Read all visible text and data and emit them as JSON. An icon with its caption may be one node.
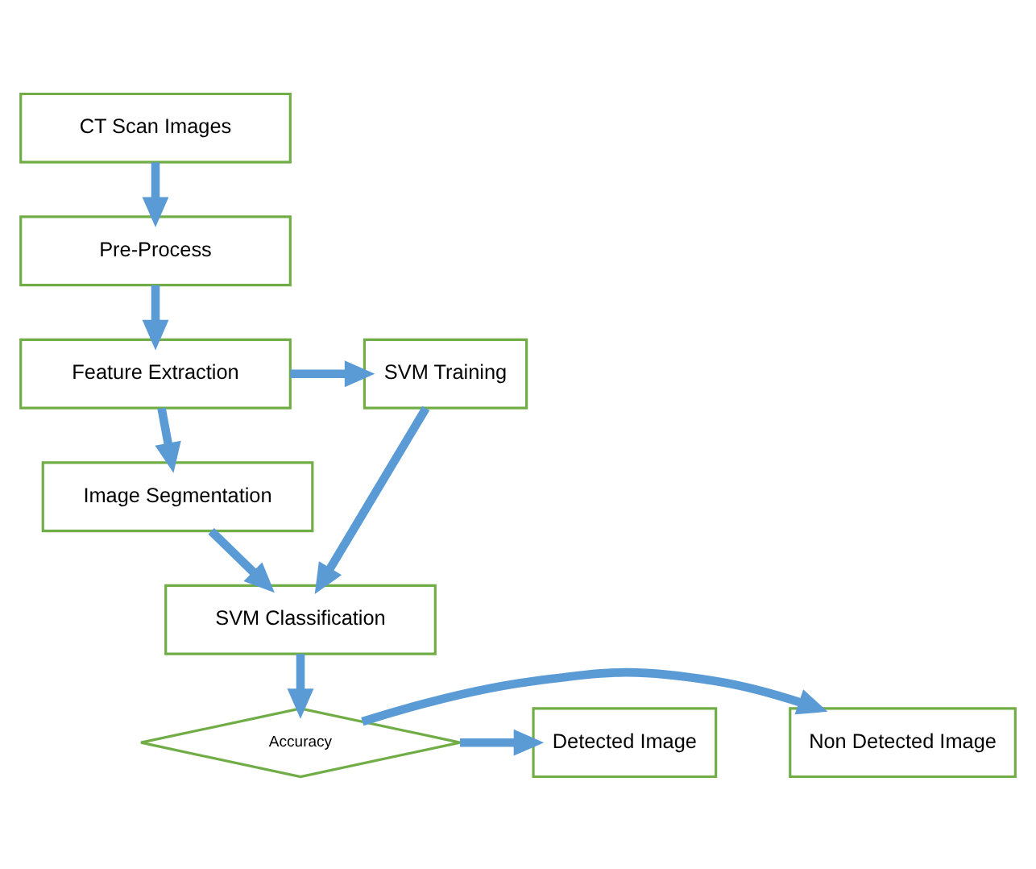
{
  "diagram": {
    "nodes": [
      {
        "text": [
          "CT Scan Images"
        ]
      },
      {
        "text": [
          "Pre-Process"
        ]
      },
      {
        "text": [
          "Feature Extraction"
        ]
      },
      {
        "text": [
          "SVM Training"
        ]
      },
      {
        "text": [
          "Image Segmentation"
        ]
      },
      {
        "text": [
          "SVM Classification"
        ]
      },
      {
        "text": [
          "Accuracy"
        ]
      },
      {
        "text": [
          "Non Detected Image"
        ]
      },
      {
        "text": [
          "Detected Image"
        ]
      }
    ],
    "edges": [
      {
        "from": 0,
        "to": 1,
        "arrow": "to"
      },
      {
        "from": 1,
        "to": 2,
        "arrow": "to"
      },
      {
        "from": 2,
        "to": 3,
        "arrow": "to"
      },
      {
        "from": 2,
        "to": 4,
        "arrow": "to"
      },
      {
        "from": 3,
        "to": 5,
        "arrow": "to"
      },
      {
        "from": 4,
        "to": 5,
        "arrow": "to"
      },
      {
        "from": 5,
        "to": 6,
        "arrow": "to"
      },
      {
        "from": 6,
        "to": 7,
        "arrow": "to"
      },
      {
        "from": 6,
        "to": 8,
        "arrow": "to"
      }
    ]
  }
}
